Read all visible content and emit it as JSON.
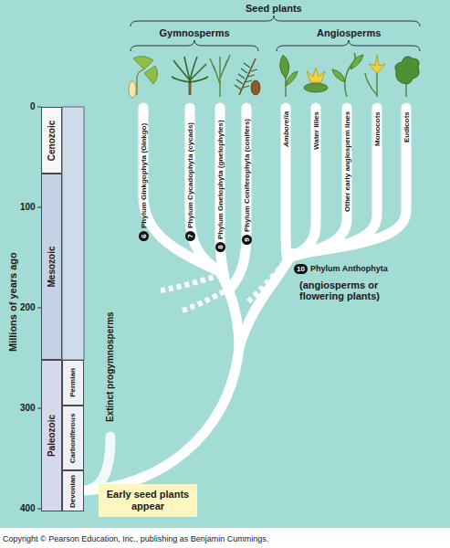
{
  "diagram": {
    "nodes": [
      {
        "text": [
          "Cenozoic"
        ]
      },
      {
        "text": [
          "Mesozoic"
        ]
      },
      {
        "text": [
          "Paleozoic"
        ]
      },
      {
        "text": [
          "Permian"
        ]
      },
      {
        "text": [
          "Carboniferous"
        ]
      },
      {
        "text": [
          "Devonian"
        ]
      },
      {
        "text": [
          "Early seed plants appear"
        ]
      }
    ],
    "labels": [
      "Seed plants",
      "Gymnosperms",
      "Angiosperms",
      "6",
      "Phylum Ginkgophyta (Ginkgo)",
      "7",
      "Phylum Cycadophyta (cycads)",
      "8",
      "Phylum Gnetophyta (gnetophytes)",
      "9",
      "Phylum Coniferophyta (conifers)",
      "Amborella",
      "Water lilies",
      "Other early angiosperm lines",
      "Monocots",
      "Eudicots",
      "10",
      "Phylum Anthophyta",
      "(angiosperms or flowering plants)",
      "Extinct progymnosperms",
      "Millions of years ago",
      "0",
      "100",
      "200",
      "300",
      "400",
      "Copyright © Pearson Education, Inc., publishing as Benjamin Cummings."
    ]
  }
}
